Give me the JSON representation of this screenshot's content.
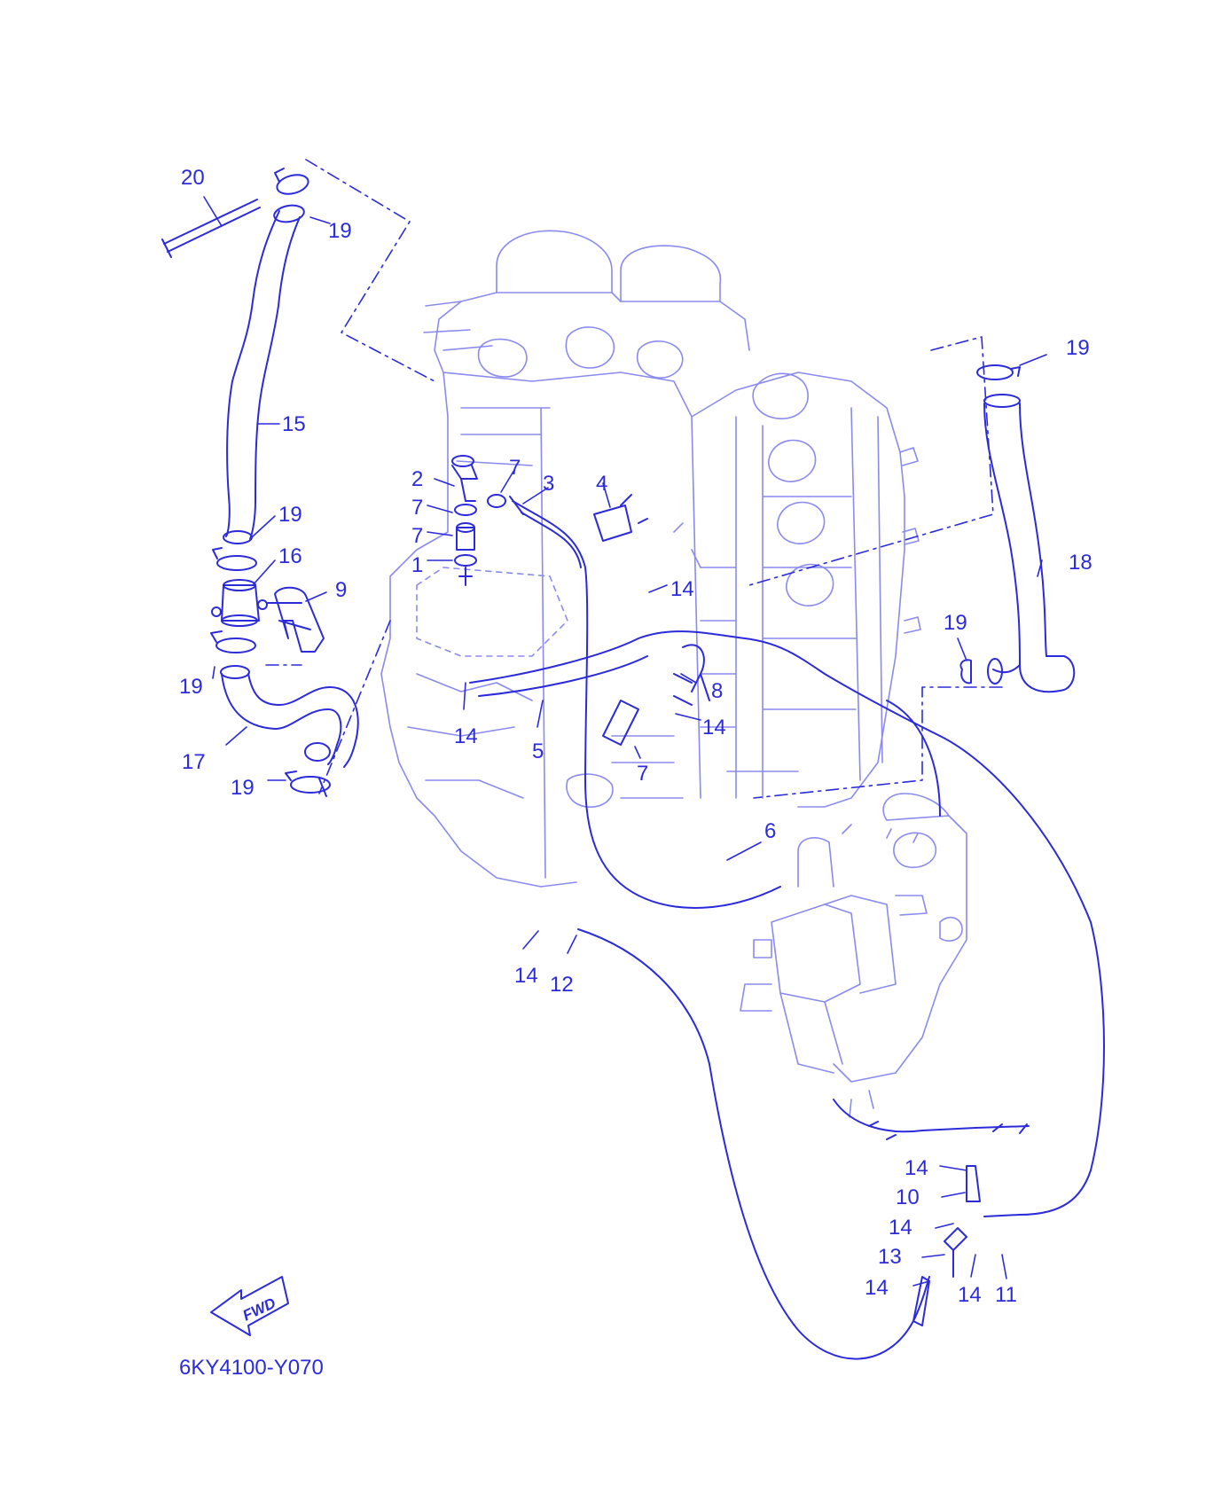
{
  "colors": {
    "line": "#2b2bdc",
    "faint": "#8a8af0",
    "background": "#ffffff"
  },
  "callouts": [
    {
      "id": "c20a",
      "label": "20"
    },
    {
      "id": "c19a",
      "label": "19"
    },
    {
      "id": "c15",
      "label": "15"
    },
    {
      "id": "c19b",
      "label": "19"
    },
    {
      "id": "c16",
      "label": "16"
    },
    {
      "id": "c9",
      "label": "9"
    },
    {
      "id": "c19c",
      "label": "19"
    },
    {
      "id": "c17",
      "label": "17"
    },
    {
      "id": "c19d",
      "label": "19"
    },
    {
      "id": "c2",
      "label": "2"
    },
    {
      "id": "c7a",
      "label": "7"
    },
    {
      "id": "c7b",
      "label": "7"
    },
    {
      "id": "c1",
      "label": "1"
    },
    {
      "id": "c7c",
      "label": "7"
    },
    {
      "id": "c3",
      "label": "3"
    },
    {
      "id": "c4",
      "label": "4"
    },
    {
      "id": "c14a",
      "label": "14"
    },
    {
      "id": "c14b",
      "label": "14"
    },
    {
      "id": "c5",
      "label": "5"
    },
    {
      "id": "c8",
      "label": "8"
    },
    {
      "id": "c14c",
      "label": "14"
    },
    {
      "id": "c7d",
      "label": "7"
    },
    {
      "id": "c6",
      "label": "6"
    },
    {
      "id": "c19e",
      "label": "19"
    },
    {
      "id": "c18",
      "label": "18"
    },
    {
      "id": "c19f",
      "label": "19"
    },
    {
      "id": "c14d",
      "label": "14"
    },
    {
      "id": "c12",
      "label": "12"
    },
    {
      "id": "c14e",
      "label": "14"
    },
    {
      "id": "c10",
      "label": "10"
    },
    {
      "id": "c14f",
      "label": "14"
    },
    {
      "id": "c13",
      "label": "13"
    },
    {
      "id": "c14g",
      "label": "14"
    },
    {
      "id": "c14h",
      "label": "14"
    },
    {
      "id": "c11",
      "label": "11"
    }
  ],
  "fwd_label": "FWD",
  "part_code": "6KY4100-Y070"
}
